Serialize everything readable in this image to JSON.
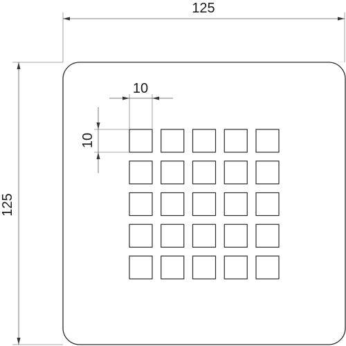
{
  "drawing": {
    "plate_width_label": "125",
    "plate_height_label": "125",
    "hole_width_label": "10",
    "hole_height_label": "10",
    "hole_grid": {
      "rows": 5,
      "columns": 5
    },
    "colors": {
      "line": "#2a2a2a",
      "dimension": "#555555",
      "text": "#1a1a1a",
      "background": "#ffffff"
    }
  }
}
